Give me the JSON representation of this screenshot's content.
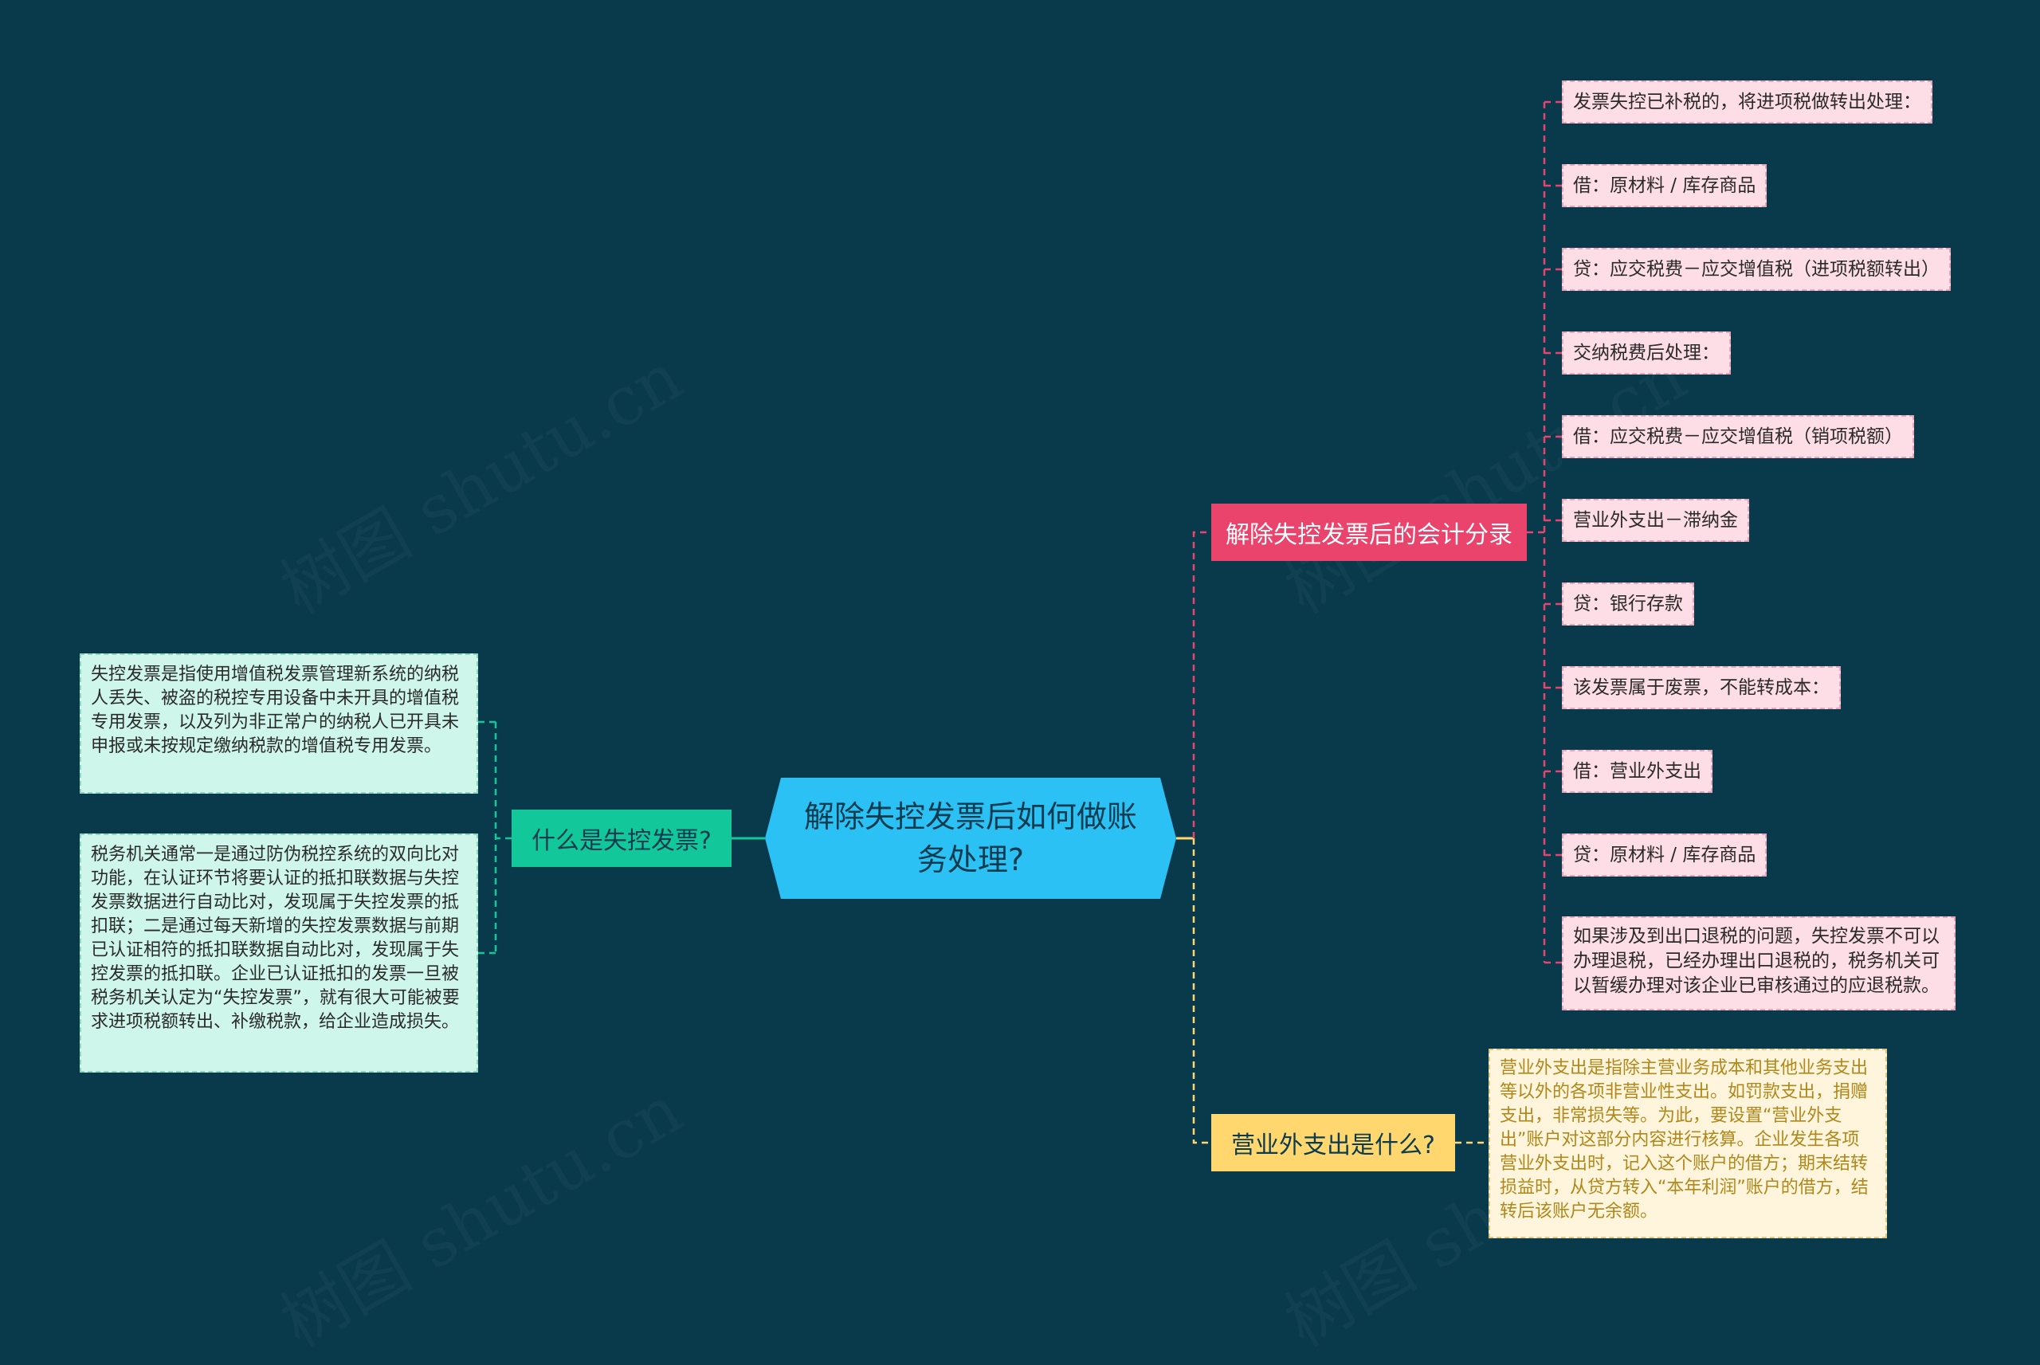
{
  "root": {
    "text": "解除失控发票后如何做账务处理?"
  },
  "branches": {
    "accounting": {
      "text": "解除失控发票后的会计分录",
      "color": "#ea436c"
    },
    "what_is": {
      "text": "什么是失控发票?",
      "color": "#12c89a"
    },
    "non_operating": {
      "text": "营业外支出是什么?",
      "color": "#ffd76e"
    }
  },
  "accounting_items": [
    "发票失控已补税的，将进项税做转出处理：",
    "借：原材料 / 库存商品",
    "贷：应交税费－应交增值税（进项税额转出）",
    "交纳税费后处理：",
    "借：应交税费－应交增值税（销项税额）",
    "营业外支出－滞纳金",
    "贷：银行存款",
    "该发票属于废票，不能转成本：",
    "借：营业外支出",
    "贷：原材料 / 库存商品",
    "如果涉及到出口退税的问题，失控发票不可以办理退税，已经办理出口退税的，税务机关可以暂缓办理对该企业已审核通过的应退税款。"
  ],
  "what_is_items": [
    "失控发票是指使用增值税发票管理新系统的纳税人丢失、被盗的税控专用设备中未开具的增值税专用发票，以及列为非正常户的纳税人已开具未申报或未按规定缴纳税款的增值税专用发票。",
    "税务机关通常一是通过防伪税控系统的双向比对功能，在认证环节将要认证的抵扣联数据与失控发票数据进行自动比对，发现属于失控发票的抵扣联；二是通过每天新增的失控发票数据与前期已认证相符的抵扣联数据自动比对，发现属于失控发票的抵扣联。企业已认证抵扣的发票一旦被税务机关认定为“失控发票”，就有很大可能被要求进项税额转出、补缴税款，给企业造成损失。"
  ],
  "non_operating_items": [
    "营业外支出是指除主营业务成本和其他业务支出等以外的各项非营业性支出。如罚款支出，捐赠支出，非常损失等。为此，要设置“营业外支出”账户对这部分内容进行核算。企业发生各项营业外支出时，记入这个账户的借方；期末结转损益时，从贷方转入“本年利润”账户的借方，结转后该账户无余额。"
  ],
  "watermark": "树图 shutu.cn",
  "colors": {
    "background": "#083a4c",
    "root": "#2cc1f4",
    "leaf_pink": "#fddde6",
    "leaf_green": "#cff6ea",
    "leaf_yellow": "#fff5dc"
  }
}
